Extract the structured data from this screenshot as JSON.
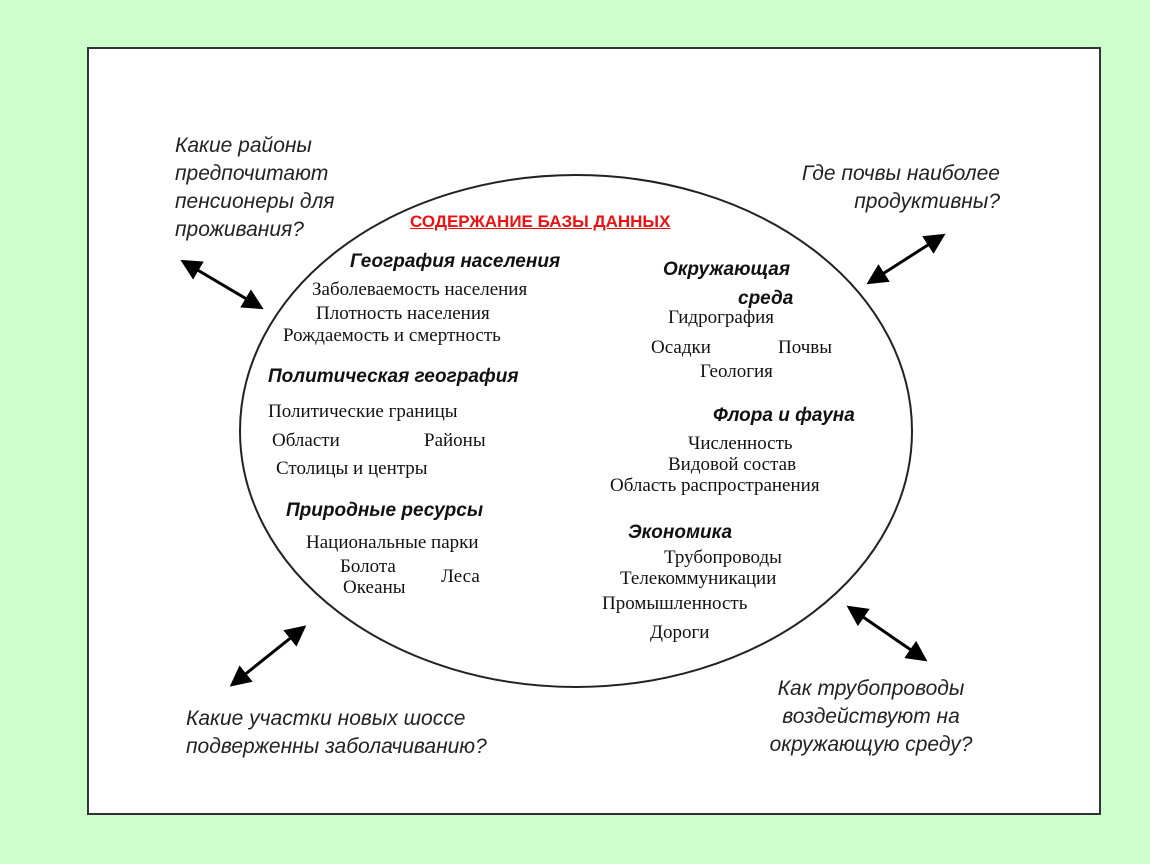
{
  "colors": {
    "background": "#ccffcc",
    "panel": "#ffffff",
    "title": "#ee1111",
    "ink": "#111111"
  },
  "title": "СОДЕРЖАНИЕ БАЗЫ ДАННЫХ",
  "questions": {
    "top_left": "Какие районы предпочитают пенсионеры для проживания?",
    "top_right": "Где почвы наиболее продуктивны?",
    "bottom_left": "Какие участки новых шоссе подверженны заболачиванию?",
    "bottom_right": "Как трубопроводы воздействуют на окружающую среду?"
  },
  "categories": {
    "population": {
      "heading": "География населения",
      "items": [
        "Заболеваемость населения",
        "Плотность населения",
        "Рождаемость и смертность"
      ]
    },
    "political": {
      "heading": "Политическая география",
      "items": [
        "Политические границы",
        "Области",
        "Районы",
        "Столицы и центры"
      ]
    },
    "resources": {
      "heading": "Природные ресурсы",
      "items": [
        "Национальные парки",
        "Болота",
        "Океаны",
        "Леса"
      ]
    },
    "environment": {
      "heading": "Окружающая среда",
      "heading_line1": "Окружающая",
      "heading_line2": "среда",
      "items": [
        "Гидрография",
        "Осадки",
        "Почвы",
        "Геология"
      ]
    },
    "flora": {
      "heading": "Флора и фауна",
      "items": [
        "Численность",
        "Видовой состав",
        "Область распространения"
      ]
    },
    "economy": {
      "heading": "Экономика",
      "items": [
        "Трубопроводы",
        "Телекоммуникации",
        "Промышленность",
        "Дороги"
      ]
    }
  },
  "icons": [
    "double-arrow-icon"
  ]
}
